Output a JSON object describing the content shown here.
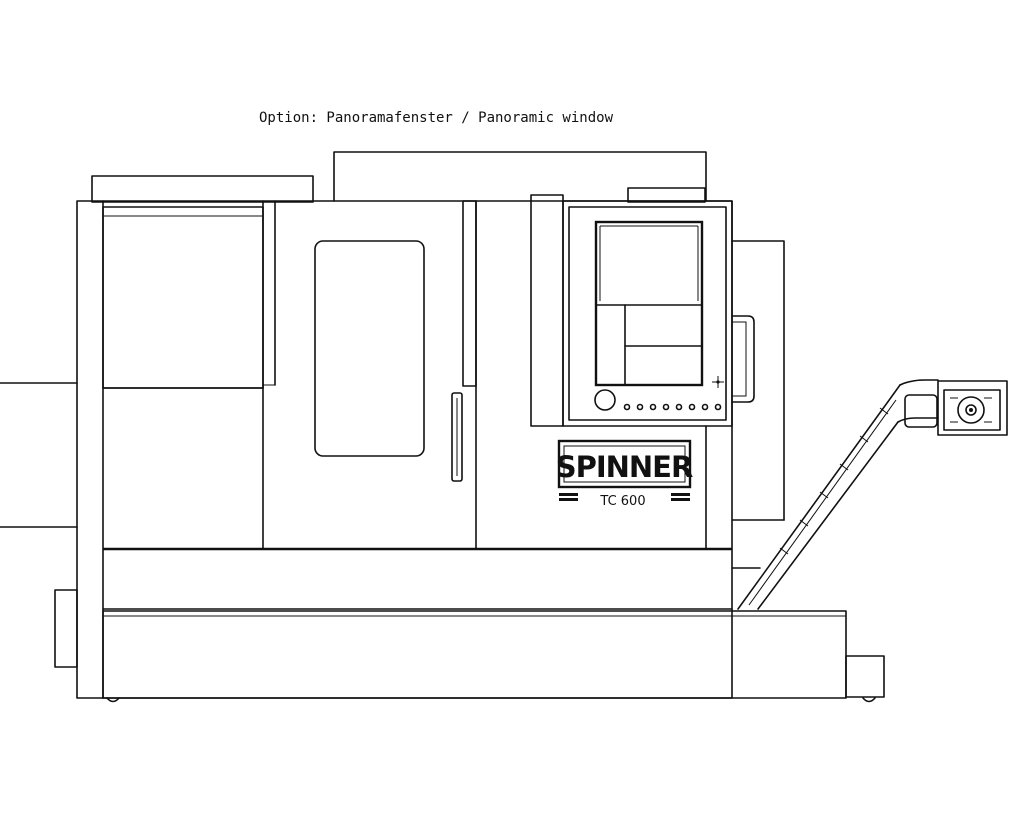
{
  "caption": "Option: Panoramafenster / Panoramic window",
  "brand_plate": {
    "brand": "SPINNER",
    "model": "TC 600"
  },
  "colors": {
    "line": "#111111",
    "background": "#ffffff"
  }
}
